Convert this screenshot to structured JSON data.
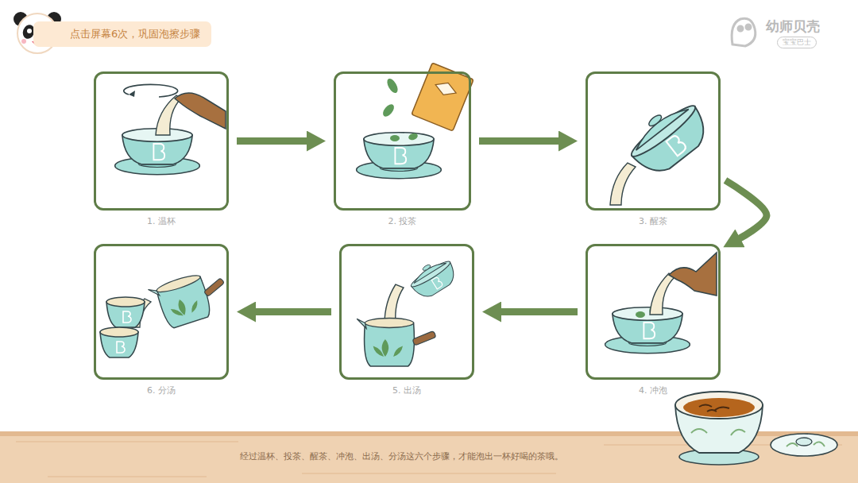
{
  "diagram": {
    "title": "点击屏幕6次，巩固泡擦步骤",
    "caption": "经过温杯、投茶、醒茶、冲泡、出汤、分汤这六个步骤，才能泡出一杯好喝的茶哦。",
    "nodes": [
      {
        "text": [
          "1. 温杯"
        ]
      },
      {
        "text": [
          "2. 投茶"
        ]
      },
      {
        "text": [
          "3. 醒茶"
        ]
      },
      {
        "text": [
          "4. 冲泡"
        ]
      },
      {
        "text": [
          "5. 出汤"
        ]
      },
      {
        "text": [
          "6. 分汤"
        ]
      }
    ],
    "edges": [
      {
        "from": 0,
        "to": 1,
        "arrow": "to"
      },
      {
        "from": 1,
        "to": 2,
        "arrow": "to"
      },
      {
        "from": 2,
        "to": 3,
        "arrow": "to"
      },
      {
        "from": 3,
        "to": 4,
        "arrow": "to"
      },
      {
        "from": 4,
        "to": 5,
        "arrow": "to"
      }
    ],
    "labels": [
      "幼师贝壳",
      "宝宝巴士"
    ]
  }
}
